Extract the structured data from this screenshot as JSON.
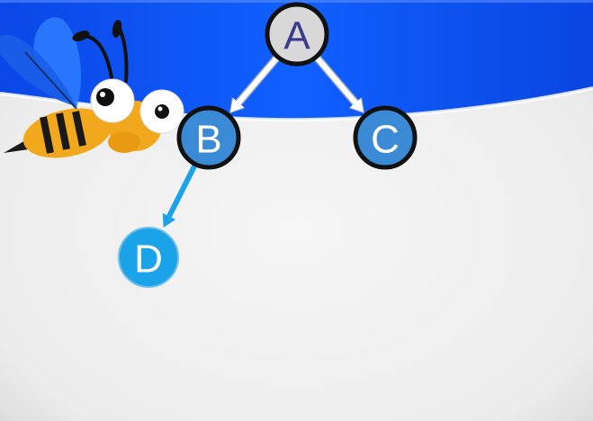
{
  "tree": {
    "nodes": [
      {
        "id": "A",
        "label": "A",
        "fill": "#d8d8d8",
        "text_color": "#3a3a8c",
        "border": "#111111"
      },
      {
        "id": "B",
        "label": "B",
        "fill": "#3a8ad6",
        "text_color": "#ffffff",
        "border": "#111111"
      },
      {
        "id": "C",
        "label": "C",
        "fill": "#3a8ad6",
        "text_color": "#ffffff",
        "border": "#111111"
      },
      {
        "id": "D",
        "label": "D",
        "fill": "#1aa3e8",
        "text_color": "#ffffff",
        "border": "#6fbfe8"
      }
    ],
    "edges": [
      {
        "from": "A",
        "to": "B",
        "color": "#ffffff"
      },
      {
        "from": "A",
        "to": "C",
        "color": "#ffffff"
      },
      {
        "from": "B",
        "to": "D",
        "color": "#1aa3e8"
      }
    ]
  },
  "colors": {
    "header_blue": "#0a4cf0",
    "header_blue_light": "#1e6cff",
    "background": "#f2f2f2"
  },
  "mascot": {
    "icon": "bee-icon"
  }
}
